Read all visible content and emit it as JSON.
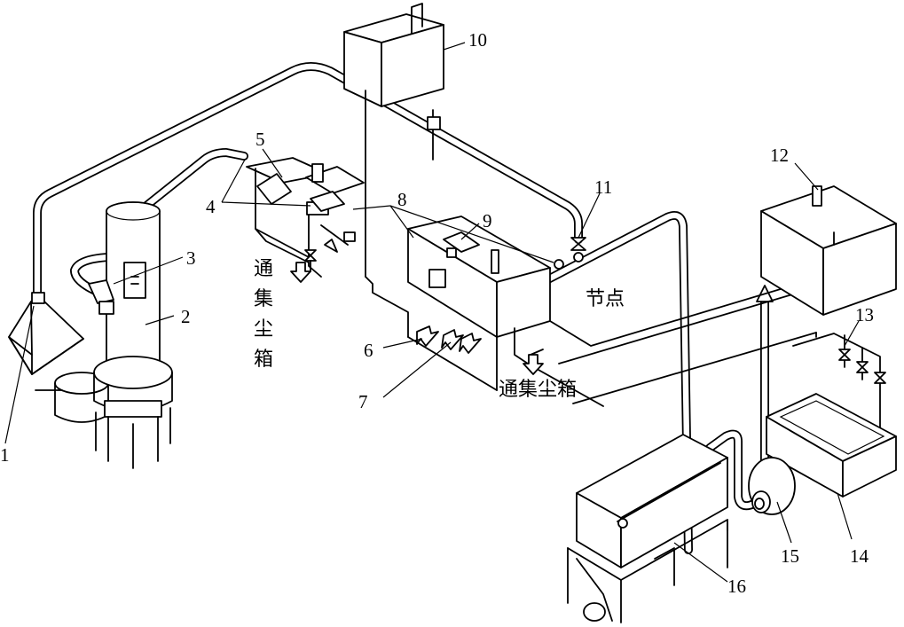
{
  "labels": {
    "n1": "1",
    "n2": "2",
    "n3": "3",
    "n4": "4",
    "n5": "5",
    "n6": "6",
    "n7": "7",
    "n8": "8",
    "n9": "9",
    "n10": "10",
    "n11": "11",
    "n12": "12",
    "n13": "13",
    "n14": "14",
    "n15": "15",
    "n16": "16"
  },
  "text": {
    "node": "节点",
    "dust_box_left": [
      "通",
      "集",
      "尘",
      "箱"
    ],
    "dust_box_right": "通集尘箱"
  }
}
